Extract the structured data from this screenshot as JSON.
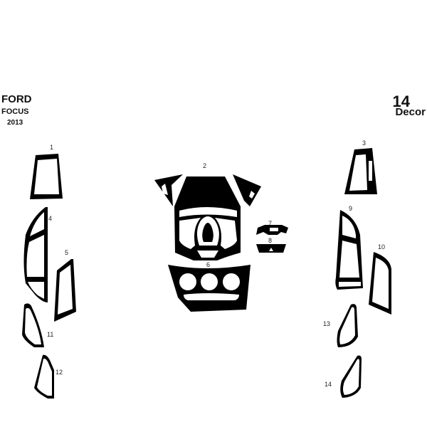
{
  "header": {
    "brand": "FORD",
    "model": "FOCUS",
    "year": "2013",
    "piece_count": "14",
    "kit_label": "Decor"
  },
  "pieces": [
    {
      "id": "1",
      "label": "1"
    },
    {
      "id": "2",
      "label": "2"
    },
    {
      "id": "3",
      "label": "3"
    },
    {
      "id": "4",
      "label": "4"
    },
    {
      "id": "5",
      "label": "5"
    },
    {
      "id": "6",
      "label": "6"
    },
    {
      "id": "7",
      "label": "7"
    },
    {
      "id": "8",
      "label": "8"
    },
    {
      "id": "9",
      "label": "9"
    },
    {
      "id": "10",
      "label": "10"
    },
    {
      "id": "11",
      "label": "11"
    },
    {
      "id": "12",
      "label": "12"
    },
    {
      "id": "13",
      "label": "13"
    },
    {
      "id": "14",
      "label": "14"
    }
  ],
  "colors": {
    "piece": "#000000",
    "background": "#ffffff"
  }
}
